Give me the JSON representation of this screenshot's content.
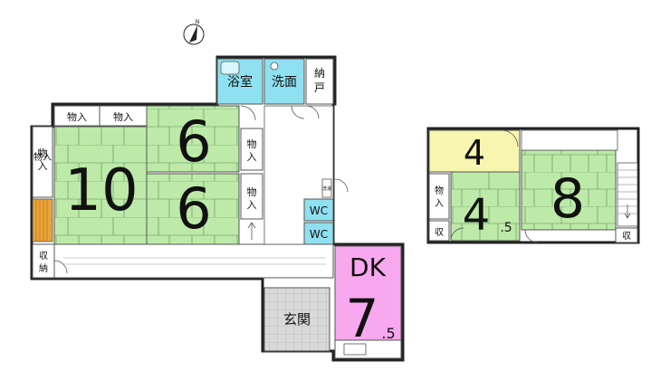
{
  "floor1": {
    "rooms": {
      "washitsu10": {
        "num": "10"
      },
      "washitsu6a": {
        "num": "6"
      },
      "washitsu6b": {
        "num": "6"
      },
      "bath": {
        "label": "浴室"
      },
      "washroom": {
        "label": "洗面"
      },
      "nando": {
        "label1": "納",
        "label2": "戸"
      },
      "wc1": {
        "label": "WC"
      },
      "wc2": {
        "label": "WC"
      },
      "entrance": {
        "label": "玄関"
      },
      "dk": {
        "label": "DK",
        "num": "7",
        "decimal": ".5"
      }
    },
    "storage": {
      "monoire": "物入",
      "shuno1": "収",
      "shuno2": "納",
      "small_tag": "洗濯"
    }
  },
  "floor2": {
    "rooms": {
      "room4": {
        "num": "4"
      },
      "room45": {
        "num": "4",
        "decimal": ".5"
      },
      "room8": {
        "num": "8"
      }
    },
    "storage": {
      "monoire": "物入",
      "shu": "収"
    }
  },
  "colors": {
    "tatami": "#bdeaa8",
    "bath": "#8fe0f0",
    "dk": "#f7a8ee",
    "room4": "#f7f5b0",
    "genkan": "#d8d8d8",
    "stair": "#e8a33a",
    "wall": "#222222"
  },
  "compass": {
    "icon": "north-arrow-icon",
    "letter": "N"
  }
}
